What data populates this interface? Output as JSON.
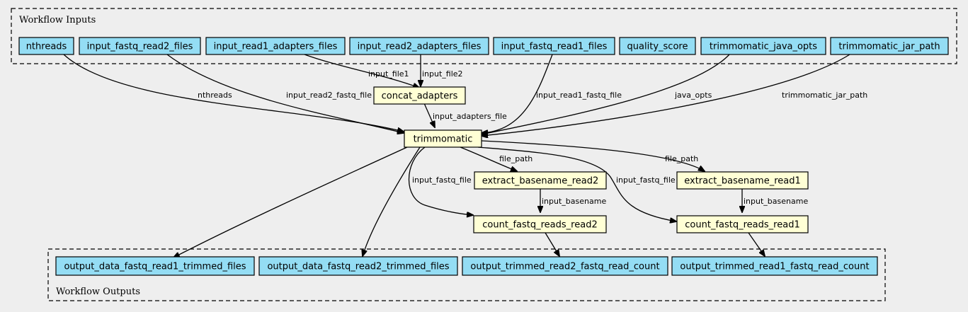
{
  "diagram": {
    "inputs_title": "Workflow Inputs",
    "outputs_title": "Workflow Outputs",
    "nodes": {
      "nthreads": "nthreads",
      "input_fastq_read2_files": "input_fastq_read2_files",
      "input_read1_adapters_files": "input_read1_adapters_files",
      "input_read2_adapters_files": "input_read2_adapters_files",
      "input_fastq_read1_files": "input_fastq_read1_files",
      "quality_score": "quality_score",
      "trimmomatic_java_opts": "trimmomatic_java_opts",
      "trimmomatic_jar_path": "trimmomatic_jar_path",
      "concat_adapters": "concat_adapters",
      "trimmomatic": "trimmomatic",
      "extract_basename_read2": "extract_basename_read2",
      "extract_basename_read1": "extract_basename_read1",
      "count_fastq_reads_read2": "count_fastq_reads_read2",
      "count_fastq_reads_read1": "count_fastq_reads_read1",
      "output_data_fastq_read1_trimmed_files": "output_data_fastq_read1_trimmed_files",
      "output_data_fastq_read2_trimmed_files": "output_data_fastq_read2_trimmed_files",
      "output_trimmed_read2_fastq_read_count": "output_trimmed_read2_fastq_read_count",
      "output_trimmed_read1_fastq_read_count": "output_trimmed_read1_fastq_read_count"
    },
    "edge_labels": {
      "nthreads": "nthreads",
      "input_read2_fastq_file": "input_read2_fastq_file",
      "input_file1": "input_file1",
      "input_file2": "input_file2",
      "input_read1_fastq_file": "input_read1_fastq_file",
      "java_opts": "java_opts",
      "trimmomatic_jar_path": "trimmomatic_jar_path",
      "input_adapters_file": "input_adapters_file",
      "file_path_read2": "file_path",
      "file_path_read1": "file_path",
      "input_fastq_file_read2": "input_fastq_file",
      "input_fastq_file_read1": "input_fastq_file",
      "input_basename_read2": "input_basename",
      "input_basename_read1": "input_basename"
    }
  }
}
